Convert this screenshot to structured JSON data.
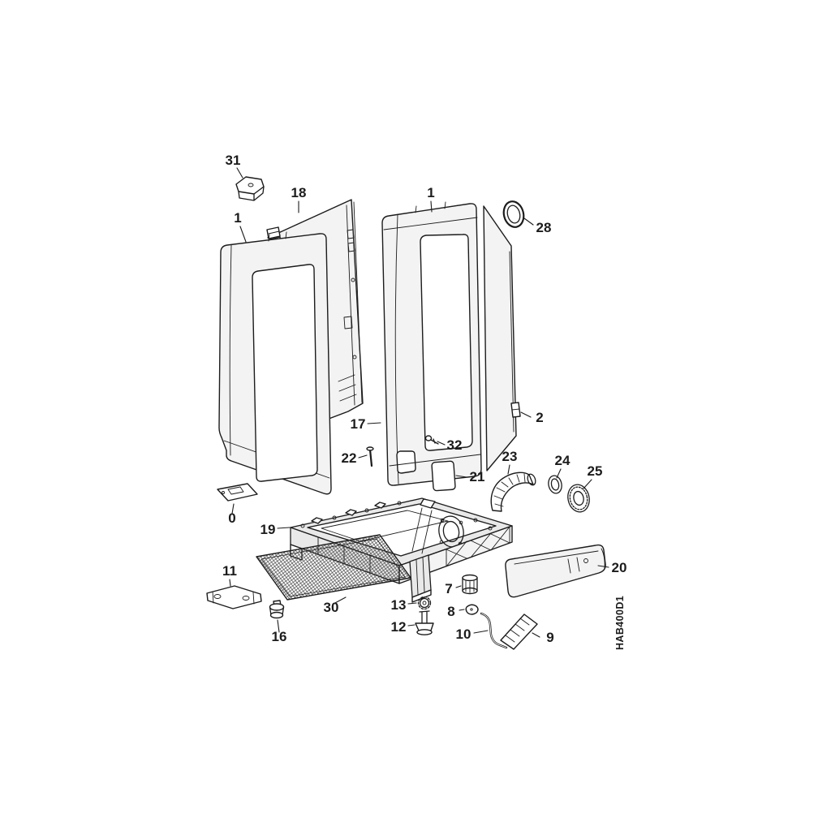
{
  "diagram": {
    "doc_code": "HAB400D1",
    "colors": {
      "background": "#ffffff",
      "line": "#1c1c1c"
    },
    "labels": {
      "part31": "31",
      "part18": "18",
      "part1_left": "1",
      "part1_right": "1",
      "part28": "28",
      "part2": "2",
      "part17": "17",
      "part32": "32",
      "part22": "22",
      "part21": "21",
      "part23": "23",
      "part24": "24",
      "part25": "25",
      "part0": "0",
      "part19": "19",
      "part20": "20",
      "part11": "11",
      "part30": "30",
      "part16": "16",
      "part13": "13",
      "part12": "12",
      "part7": "7",
      "part8": "8",
      "part10": "10",
      "part9": "9"
    }
  }
}
